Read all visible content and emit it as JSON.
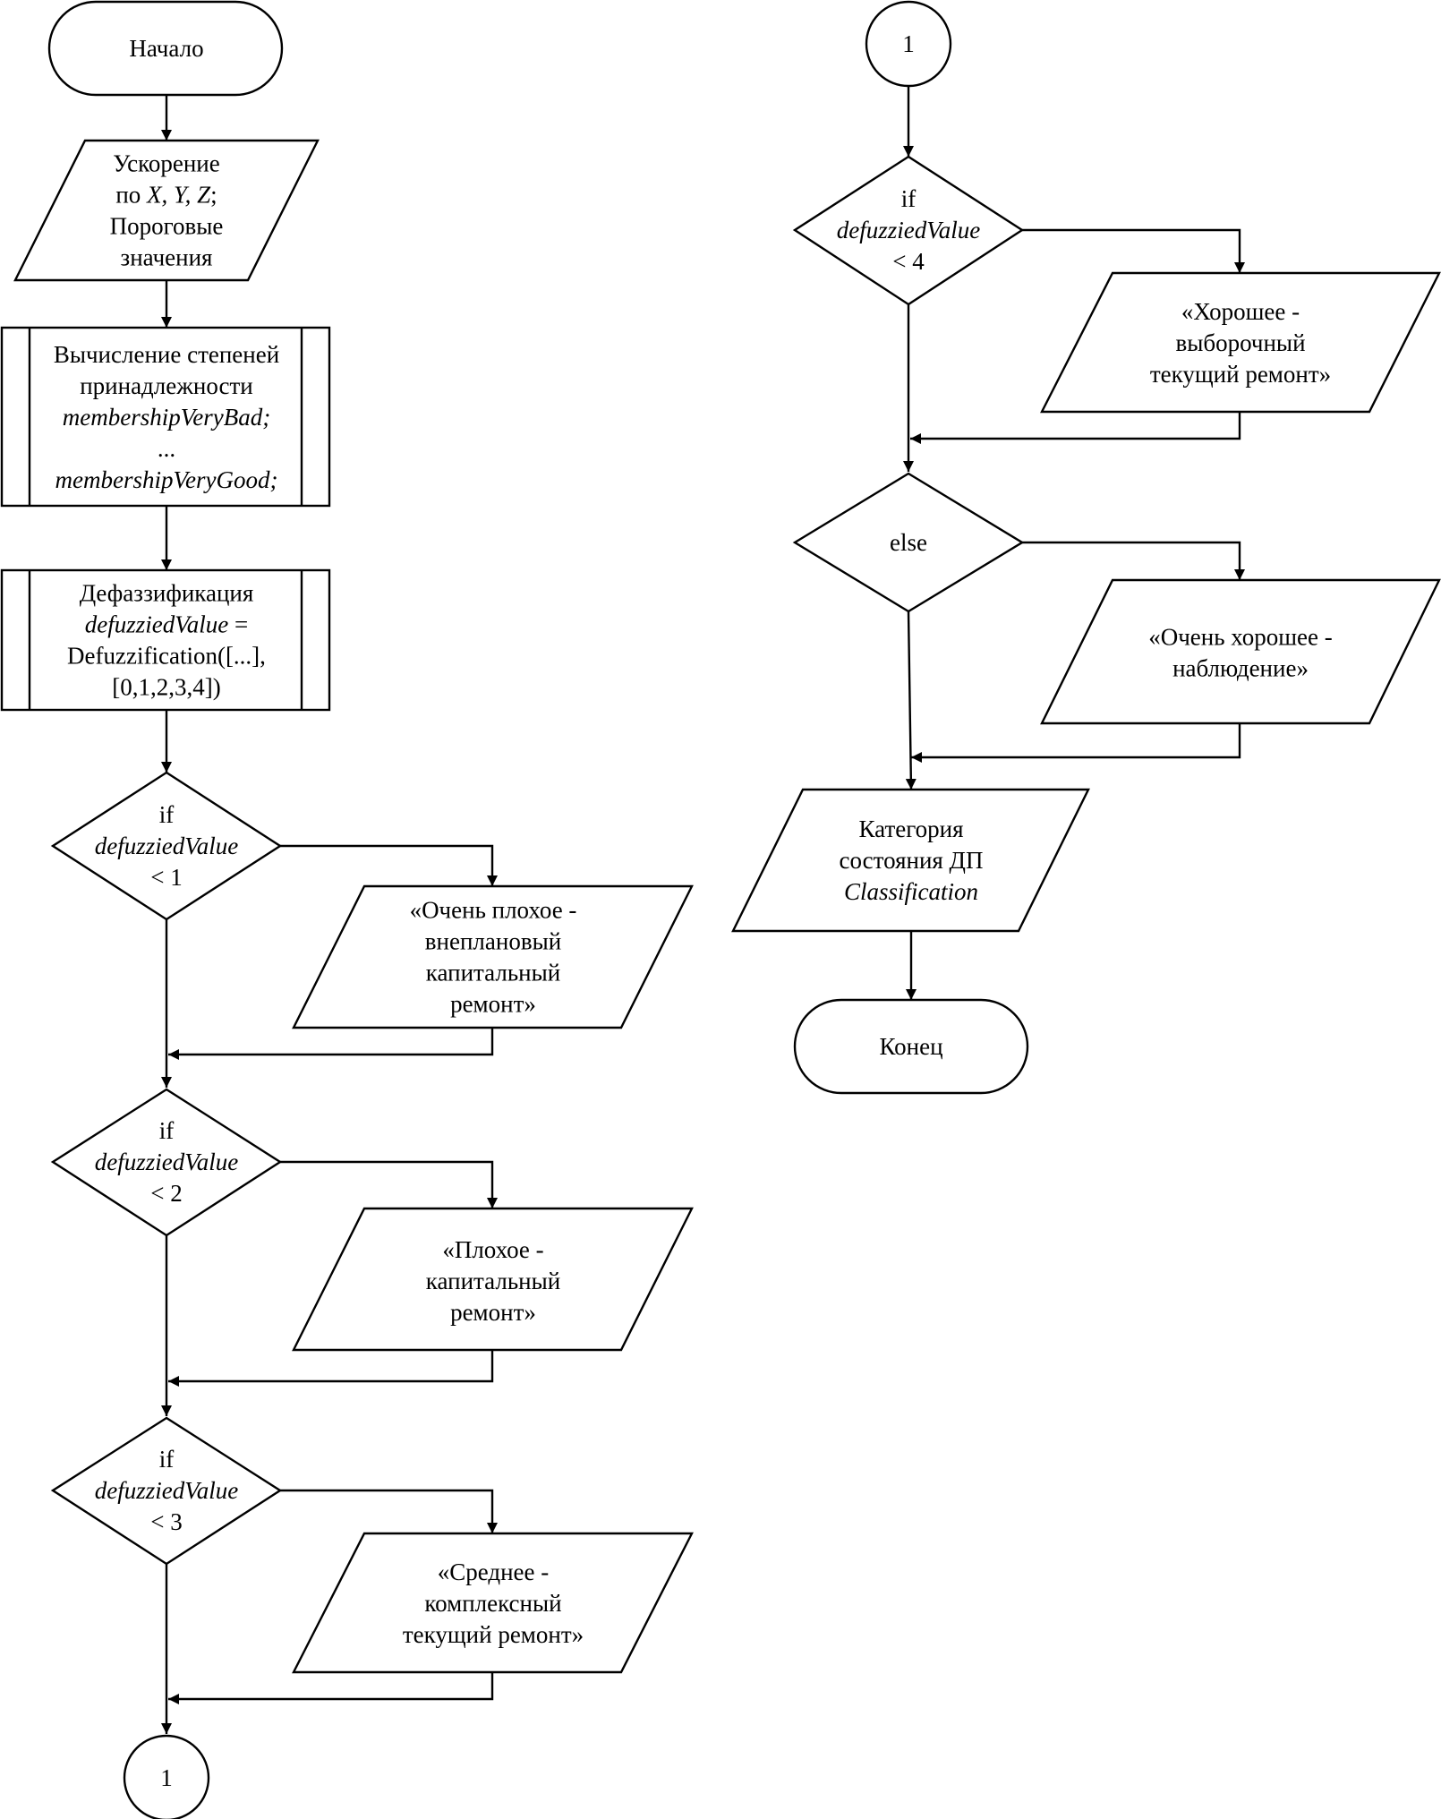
{
  "nodes": {
    "start": {
      "lines": [
        [
          {
            "t": "Начало"
          }
        ]
      ]
    },
    "input": {
      "lines": [
        [
          {
            "t": "Ускорение"
          }
        ],
        [
          {
            "t": "по "
          },
          {
            "t": "X, Y, Z",
            "i": true
          },
          {
            "t": ";"
          }
        ],
        [
          {
            "t": "Пороговые"
          }
        ],
        [
          {
            "t": "значения"
          }
        ]
      ]
    },
    "membership": {
      "lines": [
        [
          {
            "t": "Вычисление степеней"
          }
        ],
        [
          {
            "t": "принадлежности"
          }
        ],
        [
          {
            "t": "membershipVeryBad;",
            "i": true
          }
        ],
        [
          {
            "t": "..."
          }
        ],
        [
          {
            "t": "membershipVeryGood;",
            "i": true
          }
        ]
      ]
    },
    "defuzz": {
      "lines": [
        [
          {
            "t": "Дефаззификация"
          }
        ],
        [
          {
            "t": "defuzziedValue",
            "i": true
          },
          {
            "t": " ="
          }
        ],
        [
          {
            "t": "Defuzzification([...],"
          }
        ],
        [
          {
            "t": "[0,1,2,3,4])"
          }
        ]
      ]
    },
    "if1": {
      "lines": [
        [
          {
            "t": "if"
          }
        ],
        [
          {
            "t": "defuzziedValue",
            "i": true
          }
        ],
        [
          {
            "t": "< 1"
          }
        ]
      ]
    },
    "out1": {
      "lines": [
        [
          {
            "t": "«Очень плохое -"
          }
        ],
        [
          {
            "t": "внеплановый"
          }
        ],
        [
          {
            "t": "капитальный"
          }
        ],
        [
          {
            "t": "ремонт»"
          }
        ]
      ]
    },
    "if2": {
      "lines": [
        [
          {
            "t": "if"
          }
        ],
        [
          {
            "t": "defuzziedValue",
            "i": true
          }
        ],
        [
          {
            "t": "< 2"
          }
        ]
      ]
    },
    "out2": {
      "lines": [
        [
          {
            "t": "«Плохое -"
          }
        ],
        [
          {
            "t": "капитальный"
          }
        ],
        [
          {
            "t": "ремонт»"
          }
        ]
      ]
    },
    "if3": {
      "lines": [
        [
          {
            "t": "if"
          }
        ],
        [
          {
            "t": "defuzziedValue",
            "i": true
          }
        ],
        [
          {
            "t": "< 3"
          }
        ]
      ]
    },
    "out3": {
      "lines": [
        [
          {
            "t": "«Среднее -"
          }
        ],
        [
          {
            "t": "комплексный"
          }
        ],
        [
          {
            "t": "текущий ремонт»"
          }
        ]
      ]
    },
    "conn_bottom": {
      "lines": [
        [
          {
            "t": "1"
          }
        ]
      ]
    },
    "conn_top": {
      "lines": [
        [
          {
            "t": "1"
          }
        ]
      ]
    },
    "if4": {
      "lines": [
        [
          {
            "t": "if"
          }
        ],
        [
          {
            "t": "defuzziedValue",
            "i": true
          }
        ],
        [
          {
            "t": "< 4"
          }
        ]
      ]
    },
    "out4": {
      "lines": [
        [
          {
            "t": "«Хорошее -"
          }
        ],
        [
          {
            "t": "выборочный"
          }
        ],
        [
          {
            "t": "текущий ремонт»"
          }
        ]
      ]
    },
    "else": {
      "lines": [
        [
          {
            "t": "else"
          }
        ]
      ]
    },
    "out5": {
      "lines": [
        [
          {
            "t": "«Очень хорошее -"
          }
        ],
        [
          {
            "t": "наблюдение»"
          }
        ]
      ]
    },
    "category": {
      "lines": [
        [
          {
            "t": "Категория"
          }
        ],
        [
          {
            "t": "состояния ДП"
          }
        ],
        [
          {
            "t": "Classification",
            "i": true
          }
        ]
      ]
    },
    "end": {
      "lines": [
        [
          {
            "t": "Конец"
          }
        ]
      ]
    }
  }
}
